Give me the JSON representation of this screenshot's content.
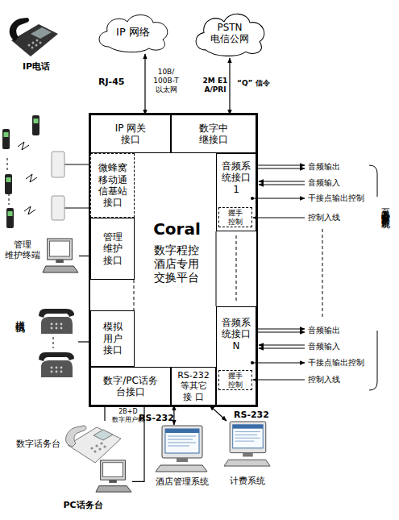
{
  "diagram": {
    "nodes": [
      {
        "text": [
          "IP电话"
        ]
      },
      {
        "text": [
          "IP 网络"
        ]
      },
      {
        "text": [
          "PSTN 电信公网"
        ]
      },
      {
        "text": [
          "Coral",
          "数字程控 酒店专用 交换平台"
        ]
      },
      {
        "text": [
          "IP 网关 接口"
        ],
        "in": 3
      },
      {
        "text": [
          "数字中 继接口"
        ],
        "in": 3
      },
      {
        "text": [
          "微蜂窝 移动通 信基站 接口"
        ],
        "in": 3
      },
      {
        "text": [
          "音频系 统接口 1"
        ],
        "in": 3
      },
      {
        "text": [
          "握手 控制"
        ],
        "in": 7
      },
      {
        "text": [
          "管理 维护 接口"
        ],
        "in": 3
      },
      {
        "text": [
          "模拟 用户 接口"
        ],
        "in": 3
      },
      {
        "text": [
          "音频系 统接口 N"
        ],
        "in": 3
      },
      {
        "text": [
          "握手 控制"
        ],
        "in": 11
      },
      {
        "text": [
          "数字/PC话务 台接口"
        ],
        "in": 3
      },
      {
        "text": [
          "RS-232 等其它 接 口"
        ],
        "in": 3
      },
      {
        "text": [
          "管理 维护终端"
        ]
      },
      {
        "text": [
          "模拟话机"
        ]
      },
      {
        "text": [
          "数字话务台"
        ]
      },
      {
        "text": [
          "PC话务台"
        ]
      },
      {
        "text": [
          "酒店管理系统"
        ]
      },
      {
        "text": [
          "计费系统"
        ]
      }
    ],
    "edges": [
      {
        "from": 1,
        "to": 4,
        "arrow": "both"
      },
      {
        "from": 2,
        "to": 5,
        "arrow": "both"
      },
      {
        "from": 15,
        "to": 9,
        "arrow": "none"
      },
      {
        "from": 16,
        "to": 10,
        "arrow": "none"
      },
      {
        "from": 13,
        "to": 17,
        "arrow": "none"
      },
      {
        "from": 13,
        "to": 18,
        "arrow": "none"
      },
      {
        "from": 14,
        "to": 19,
        "arrow": "both"
      },
      {
        "from": 14,
        "to": 20,
        "arrow": "both"
      }
    ],
    "labels": [
      "RJ-45",
      "10B/ 100B-T 以太网",
      "2M E1 A/PRI",
      "“Q” 信令",
      "音频输出",
      "音频输入",
      "干接点输出控制",
      "控制入线",
      "音频输出",
      "音频输入",
      "干接点输出控制",
      "控制入线",
      "至中心及各个分区广播扩音系统",
      "2B+D 数字用户线",
      "RS-232",
      "RS-232"
    ]
  }
}
